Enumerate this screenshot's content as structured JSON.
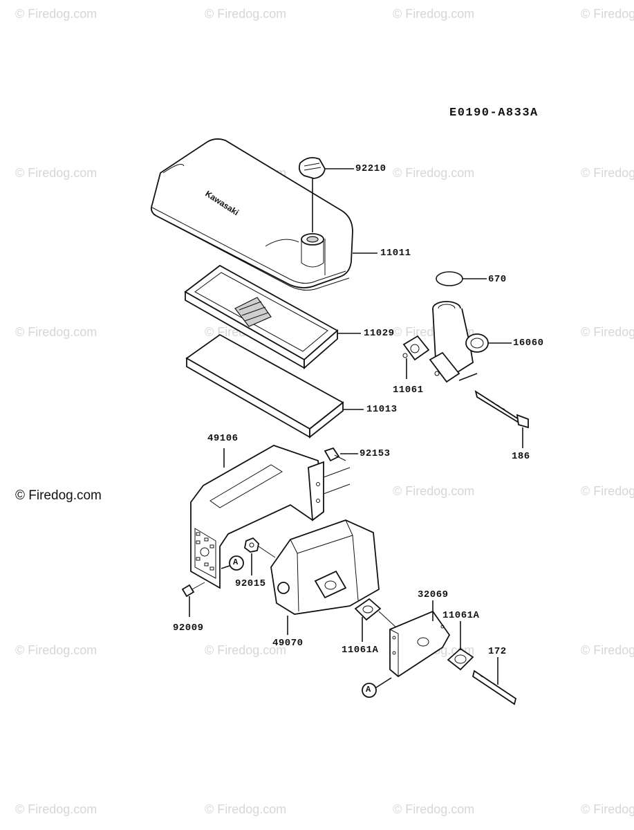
{
  "diagram_code": "E0190-A833A",
  "watermark": "© Firedog.com",
  "watermark_prominent": "© Firedog.com",
  "brand_text": "Kawasaki",
  "parts": {
    "p92210": "92210",
    "p11011": "11011",
    "p670": "670",
    "p11029": "11029",
    "p16060": "16060",
    "p11061": "11061",
    "p11013": "11013",
    "p186": "186",
    "p49106": "49106",
    "p92153": "92153",
    "p92015": "92015",
    "p92009": "92009",
    "p49070": "49070",
    "p32069": "32069",
    "p11061A_right": "11061A",
    "p11061A_left": "11061A",
    "p172": "172"
  },
  "callouts": {
    "a1": "A",
    "a2": "A"
  }
}
